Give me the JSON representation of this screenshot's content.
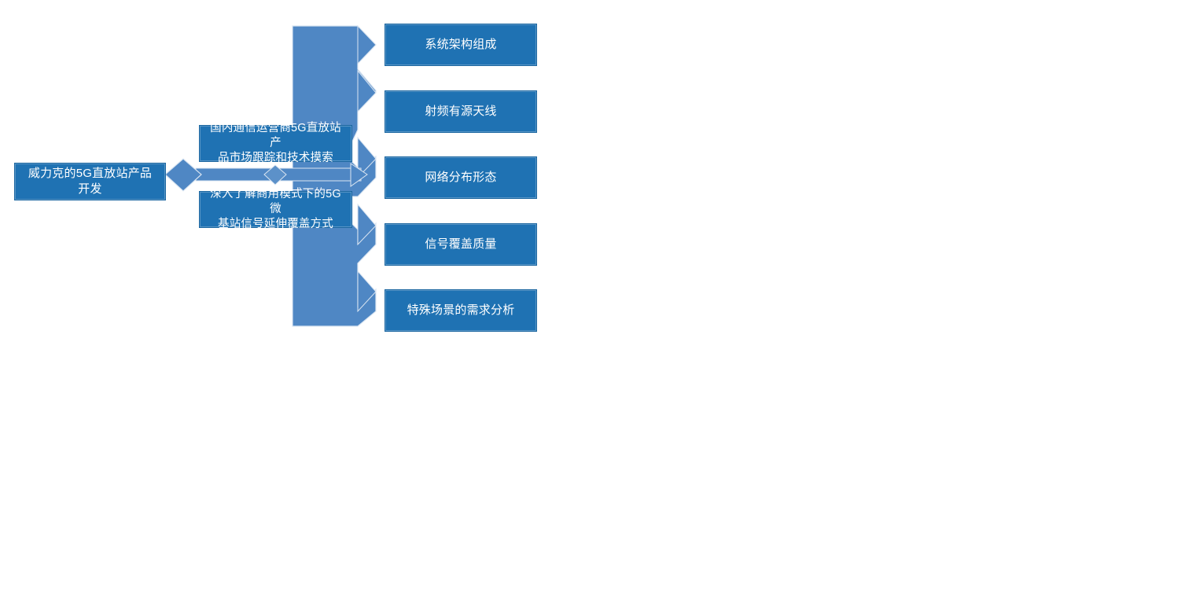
{
  "diagram": {
    "type": "smartart-hierarchy-funnel",
    "title_text": "威力克的5G直放站产品开发",
    "colors": {
      "node_fill": "#1f72b3",
      "node_stroke": "#1b66a0",
      "connector_fill": "#4f87c4",
      "connector_stroke": "#d8e3f0",
      "text": "#ffffff",
      "background": "#ffffff"
    },
    "root": {
      "label": "威力克的5G直放站产品开发"
    },
    "branches": [
      {
        "label": "国内通信运营商5G直放站产\n品市场跟踪和技术摸索"
      },
      {
        "label": "深入了解商用模式下的5G微\n基站信号延伸覆盖方式"
      }
    ],
    "leaves": [
      {
        "label": "系统架构组成"
      },
      {
        "label": "射频有源天线"
      },
      {
        "label": "网络分布形态"
      },
      {
        "label": "信号覆盖质量"
      },
      {
        "label": "特殊场景的需求分析"
      }
    ],
    "connectors": {
      "root_to_branches": "diamond-bar-connector",
      "branches_to_leaves": "funnel-chevron-connector"
    }
  }
}
